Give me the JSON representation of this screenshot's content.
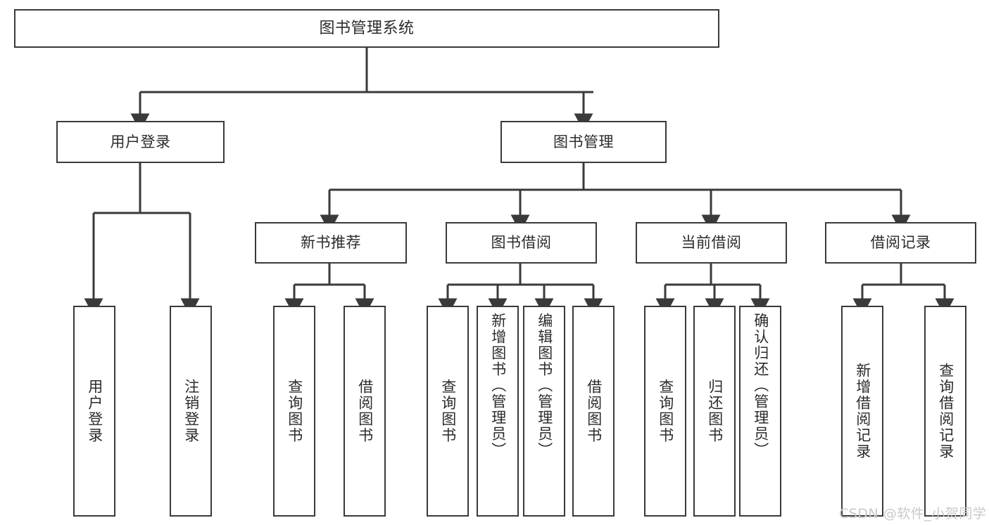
{
  "diagram": {
    "type": "tree-hierarchy",
    "title": "图书管理系统",
    "orientation": "top-down",
    "colors": {
      "box_border": "#3a3a3a",
      "box_fill": "#ffffff",
      "connector": "#3a3a3a",
      "text": "#2b2b2b",
      "watermark": "#c9c9c9",
      "background": "#ffffff"
    },
    "levels": {
      "root": "图书管理系统",
      "level2": [
        "用户登录",
        "图书管理"
      ],
      "level3": [
        "新书推荐",
        "图书借阅",
        "当前借阅",
        "借阅记录"
      ]
    },
    "nodes": {
      "root": {
        "label": "图书管理系统"
      },
      "user_login": {
        "label": "用户登录"
      },
      "book_manage": {
        "label": "图书管理"
      },
      "new_book_rec": {
        "label": "新书推荐"
      },
      "book_borrow": {
        "label": "图书借阅"
      },
      "current_borrow": {
        "label": "当前借阅"
      },
      "borrow_record": {
        "label": "借阅记录"
      },
      "leaf_user_login": {
        "label": "用户登录"
      },
      "leaf_user_logout": {
        "label": "注销登录"
      },
      "leaf_query_book_1": {
        "label": "查询图书"
      },
      "leaf_borrow_book_1": {
        "label": "借阅图书"
      },
      "leaf_query_book_2": {
        "label": "查询图书"
      },
      "leaf_add_book": {
        "label": "新增图书（管理员）"
      },
      "leaf_edit_book": {
        "label": "编辑图书（管理员）"
      },
      "leaf_borrow_book_2": {
        "label": "借阅图书"
      },
      "leaf_query_book_3": {
        "label": "查询图书"
      },
      "leaf_return_book": {
        "label": "归还图书"
      },
      "leaf_confirm_return": {
        "label": "确认归还（管理员）"
      },
      "leaf_add_record": {
        "label": "新增借阅记录"
      },
      "leaf_query_record": {
        "label": "查询借阅记录"
      }
    },
    "edges": [
      {
        "from": "root",
        "to": "user_login"
      },
      {
        "from": "root",
        "to": "book_manage"
      },
      {
        "from": "user_login",
        "to": "leaf_user_login"
      },
      {
        "from": "user_login",
        "to": "leaf_user_logout"
      },
      {
        "from": "book_manage",
        "to": "new_book_rec"
      },
      {
        "from": "book_manage",
        "to": "book_borrow"
      },
      {
        "from": "book_manage",
        "to": "current_borrow"
      },
      {
        "from": "book_manage",
        "to": "borrow_record"
      },
      {
        "from": "new_book_rec",
        "to": "leaf_query_book_1"
      },
      {
        "from": "new_book_rec",
        "to": "leaf_borrow_book_1"
      },
      {
        "from": "book_borrow",
        "to": "leaf_query_book_2"
      },
      {
        "from": "book_borrow",
        "to": "leaf_add_book"
      },
      {
        "from": "book_borrow",
        "to": "leaf_edit_book"
      },
      {
        "from": "book_borrow",
        "to": "leaf_borrow_book_2"
      },
      {
        "from": "current_borrow",
        "to": "leaf_query_book_3"
      },
      {
        "from": "current_borrow",
        "to": "leaf_return_book"
      },
      {
        "from": "current_borrow",
        "to": "leaf_confirm_return"
      },
      {
        "from": "borrow_record",
        "to": "leaf_add_record"
      },
      {
        "from": "borrow_record",
        "to": "leaf_query_record"
      }
    ]
  },
  "watermark": {
    "text": "CSDN @软件_小贺同学"
  }
}
